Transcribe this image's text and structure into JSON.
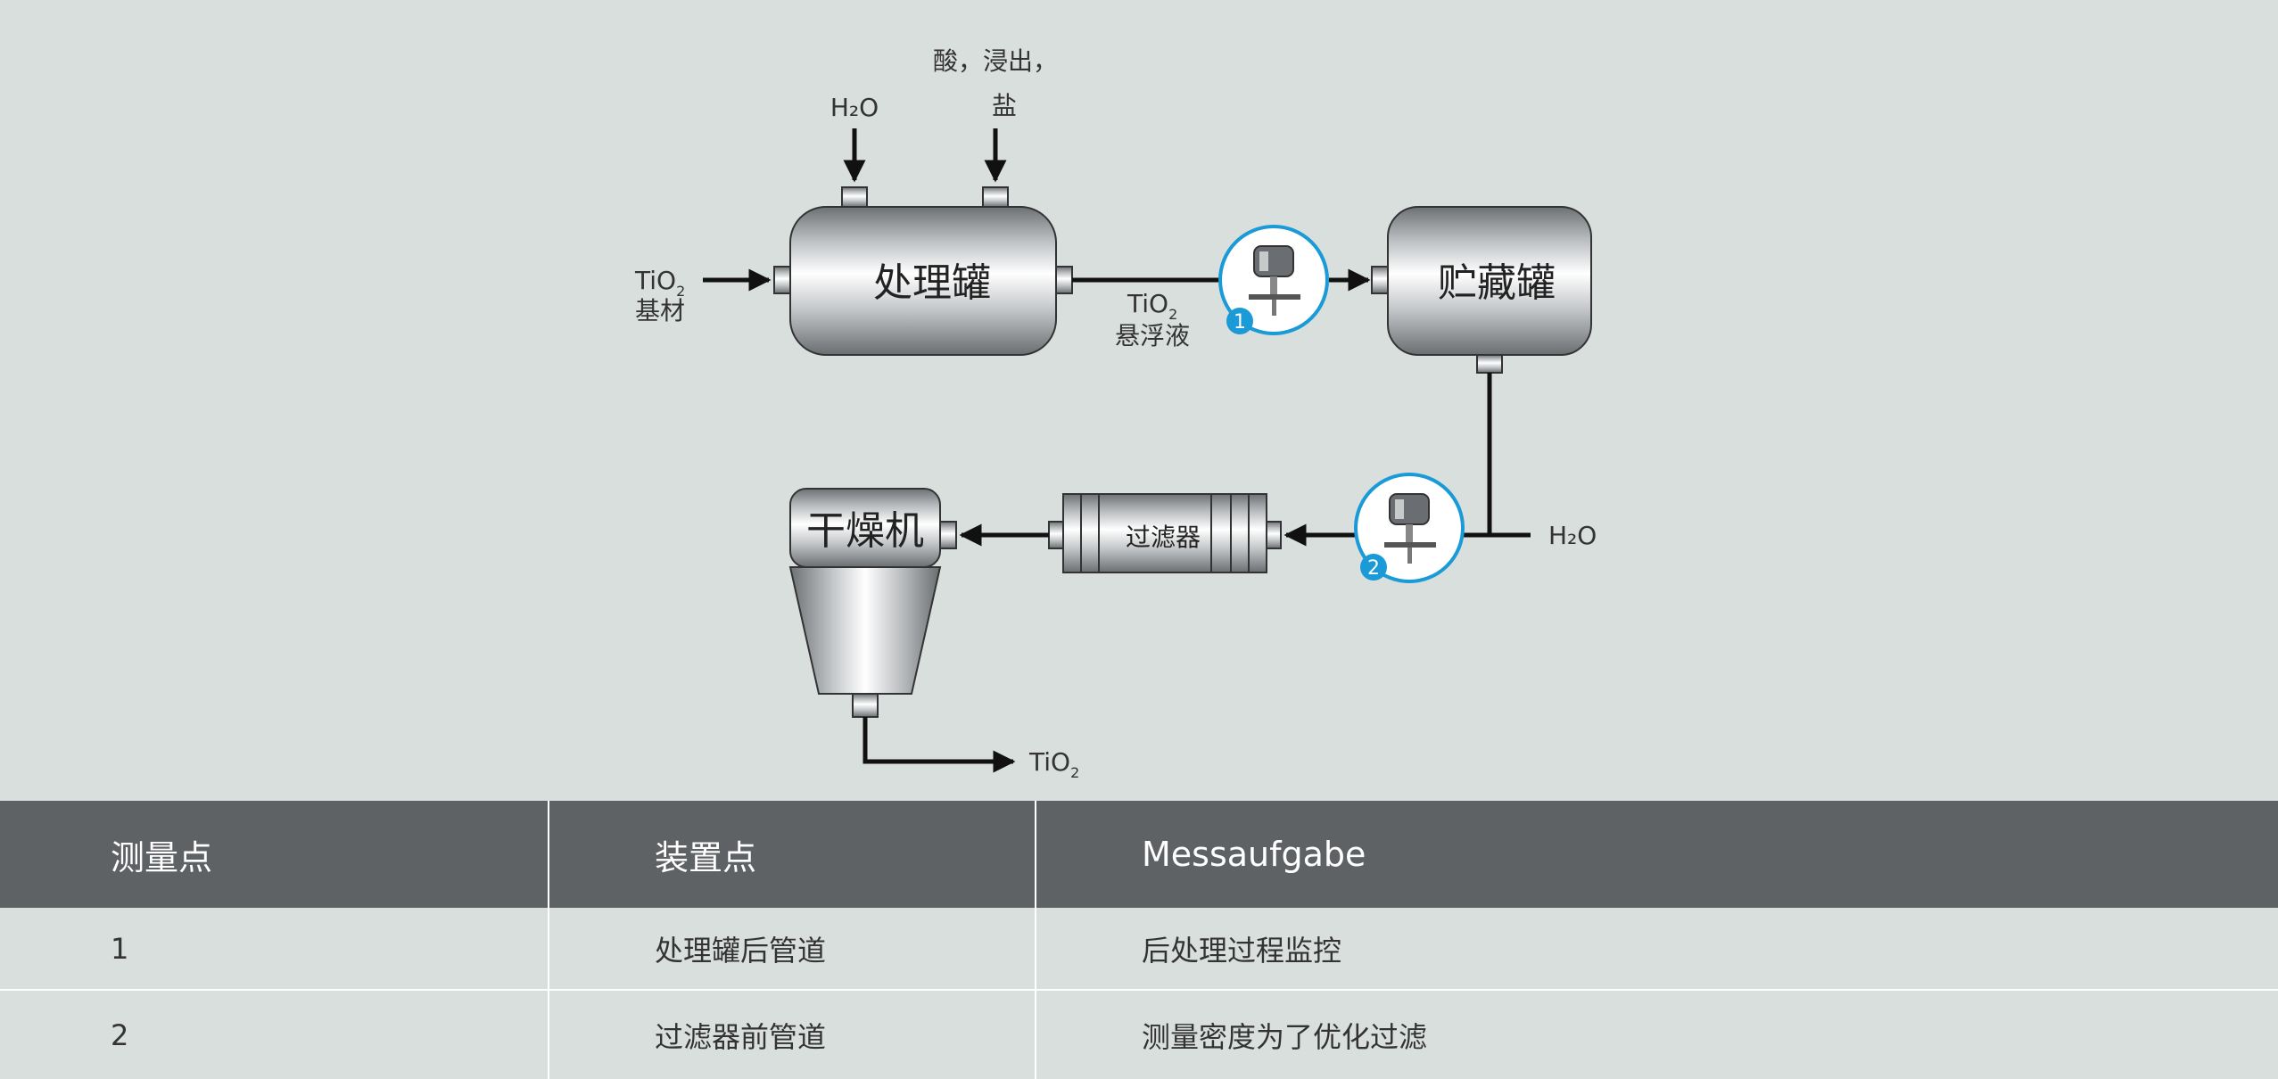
{
  "diagram": {
    "inputs": {
      "water_top": "H₂O",
      "acid_line1": "酸，浸出，",
      "acid_line2": "盐",
      "tio2_base_main": "TiO",
      "tio2_base_sub": "2",
      "tio2_base_cn": "基材",
      "water_right": "H₂O"
    },
    "equipment": {
      "treatment_tank": "处理罐",
      "storage_tank": "贮藏罐",
      "dryer": "干燥机",
      "filter": "过滤器"
    },
    "streams": {
      "suspension_main": "TiO",
      "suspension_sub": "2",
      "suspension_cn": "悬浮液",
      "output_main": "TiO",
      "output_sub": "2"
    },
    "measurement_points": [
      "1",
      "2"
    ],
    "colors": {
      "badge": "#1a9ad6",
      "circle_border": "#1a9ad6",
      "line": "#111111"
    }
  },
  "table": {
    "headers": [
      "测量点",
      "装置点",
      "Messaufgabe"
    ],
    "rows": [
      [
        "1",
        "处理罐后管道",
        "后处理过程监控"
      ],
      [
        "2",
        "过滤器前管道",
        "测量密度为了优化过滤"
      ]
    ],
    "colors": {
      "header_bg": "#5f6265",
      "body_bg": "#d9dfdd"
    }
  }
}
